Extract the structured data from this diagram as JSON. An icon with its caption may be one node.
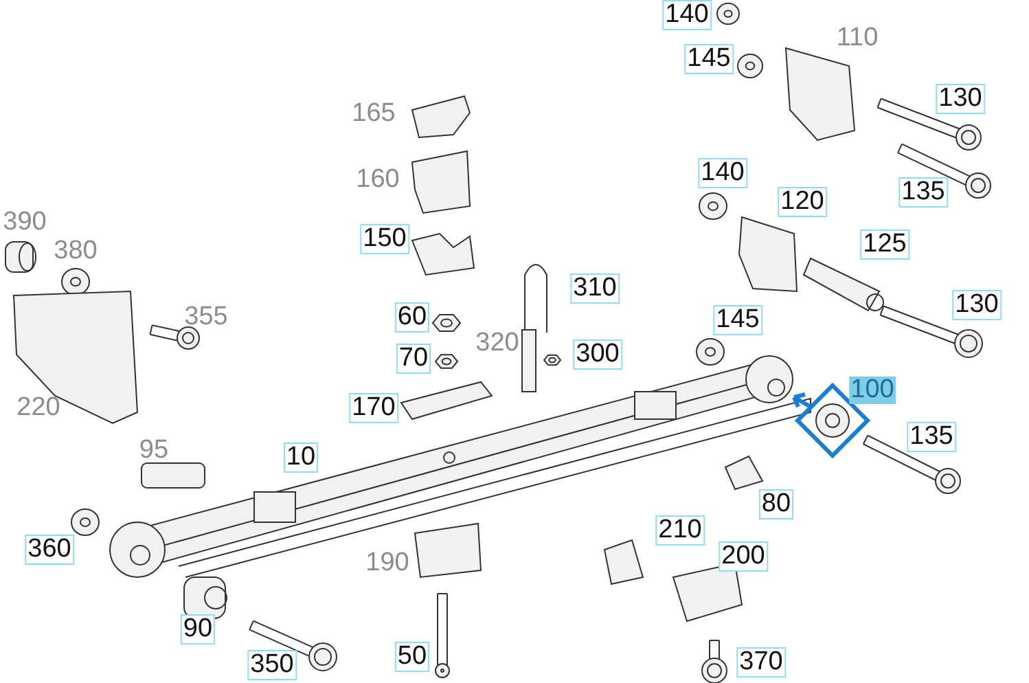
{
  "diagram": {
    "labels": [
      "140",
      "110",
      "145",
      "130",
      "165",
      "160",
      "140",
      "120",
      "135",
      "150",
      "125",
      "390",
      "380",
      "355",
      "130",
      "310",
      "60",
      "320",
      "300",
      "145",
      "70",
      "220",
      "170",
      "100",
      "95",
      "135",
      "10",
      "80",
      "360",
      "190",
      "210",
      "200",
      "90",
      "350",
      "50",
      "370"
    ]
  }
}
